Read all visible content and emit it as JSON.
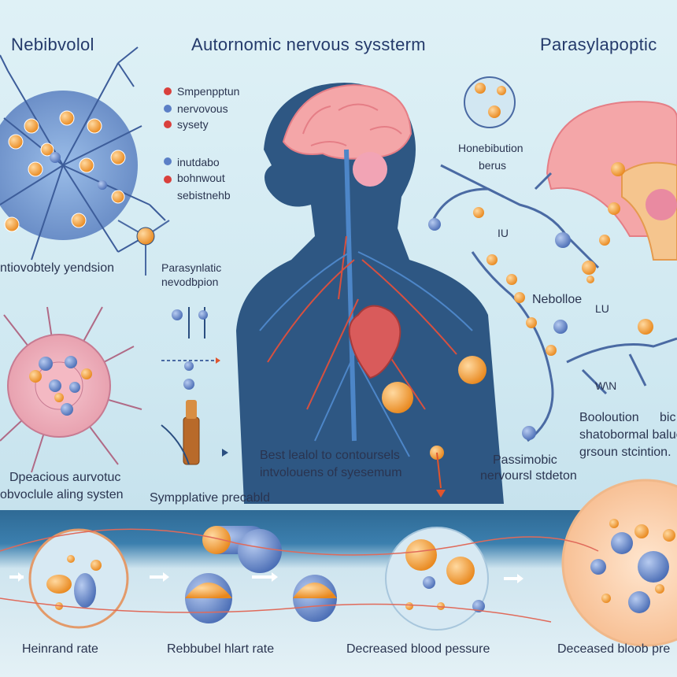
{
  "titles": {
    "left": "Nebibvolol",
    "center": "Autornomic nervous syssterm",
    "right": "Parasylapoptic"
  },
  "legend": {
    "line1": "Smpenpptun",
    "line2": "nervovous",
    "line3": "sysety",
    "line4": "inutdabo",
    "line5": "bohnwout",
    "line6": "sebistnehb"
  },
  "labels": {
    "left_neuron": "ntiovobtely yendsion",
    "parasynlatic_1": "Parasynlatic",
    "parasynlatic_2": "nevodbpion",
    "hormone_1": "Honebibution",
    "hormone_2": "berus",
    "iu_1": "IU",
    "nebolloe": "Nebolloe",
    "lu": "LU",
    "wn": "W\\N",
    "right_text_1": "Booloution",
    "right_text_1b": "bic",
    "right_text_2": "shatobormal balue",
    "right_text_3": "grsoun stcintion.",
    "best_1": "Best lealol to contoursels",
    "best_2": "intvolouens of syesemum",
    "left_bottom_1": "Dpeacious aurvotuc",
    "left_bottom_2": "obvoclule aling systen",
    "symp": "Sympplative precabld",
    "passim_1": "Passimobic",
    "passim_2": "nervoursl stdeton"
  },
  "bottom": {
    "cap1": "Heinrand rate",
    "cap2": "Rebbubel hlart rate",
    "cap3": "Decreased blood pessure",
    "cap4": "Deceased bloob pre"
  },
  "colors": {
    "orange": "#f0a02c",
    "blue": "#5b7fc6",
    "red": "#d9403c",
    "brain": "#f4a6a8",
    "body": "#2b4f78"
  }
}
